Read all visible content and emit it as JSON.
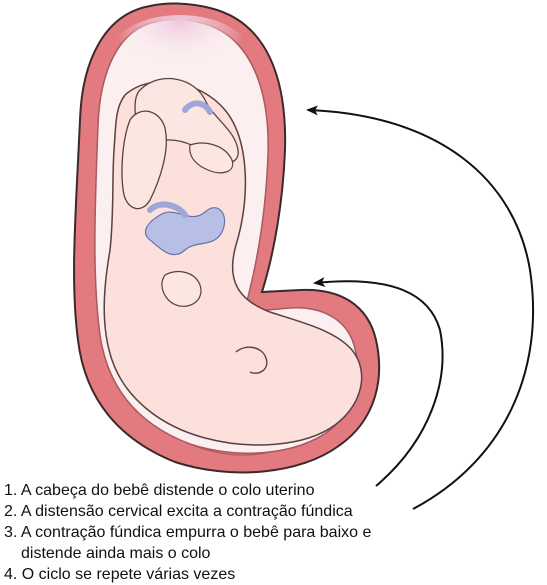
{
  "figure": {
    "colors": {
      "uterus_wall": "#e27a80",
      "uterus_outline": "#3a2a2a",
      "cavity": "#fbeff0",
      "cavity_top": "#f2d6e6",
      "fetus_skin": "#fbe0dc",
      "fetus_outline": "#5a4040",
      "umbilical_cord": "#9fa6d8",
      "arrow": "#111111"
    },
    "steps": [
      "1. A cabeça do bebê distende o colo uterino",
      "2. A distensão cervical excita a contração fúndica",
      "3. A contração fúndica empurra o bebê para baixo e",
      "distende ainda mais o colo",
      "4. O ciclo se repete várias vezes"
    ]
  }
}
